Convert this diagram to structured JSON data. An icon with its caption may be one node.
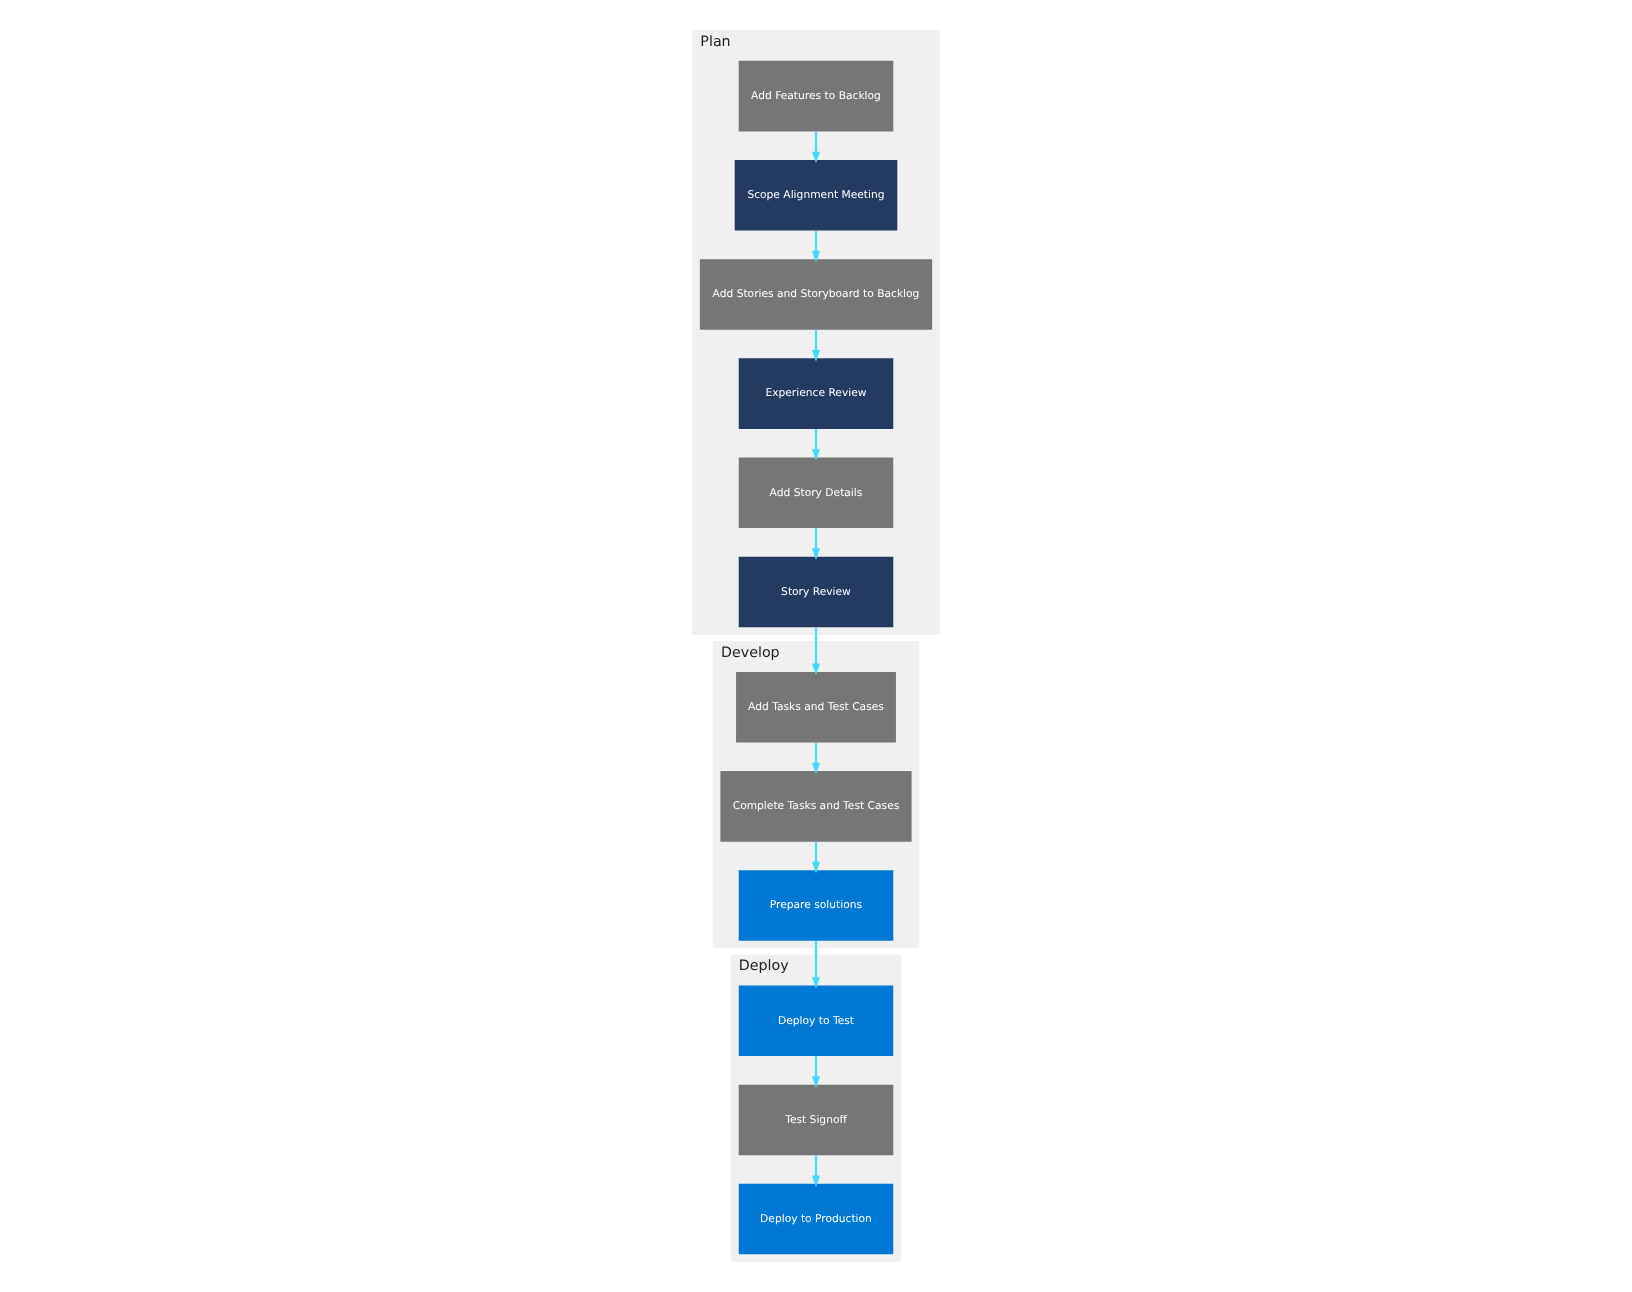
{
  "diagram": {
    "nodes": [
      {
        "text": [
          "Plan"
        ]
      },
      {
        "text": [
          "Add Features to Backlog"
        ],
        "in": 0
      },
      {
        "text": [
          "Scope Alignment Meeting"
        ],
        "in": 0
      },
      {
        "text": [
          "Add Stories and Storyboard to Backlog"
        ],
        "in": 0
      },
      {
        "text": [
          "Experience Review"
        ],
        "in": 0
      },
      {
        "text": [
          "Add Story Details"
        ],
        "in": 0
      },
      {
        "text": [
          "Story Review"
        ],
        "in": 0
      },
      {
        "text": [
          "Develop"
        ]
      },
      {
        "text": [
          "Add Tasks and Test Cases"
        ],
        "in": 7
      },
      {
        "text": [
          "Complete Tasks and Test Cases"
        ],
        "in": 7
      },
      {
        "text": [
          "Prepare solutions"
        ],
        "in": 7
      },
      {
        "text": [
          "Deploy"
        ]
      },
      {
        "text": [
          "Deploy to Test"
        ],
        "in": 11
      },
      {
        "text": [
          "Test Signoff"
        ],
        "in": 11
      },
      {
        "text": [
          "Deploy to Production"
        ],
        "in": 11
      }
    ],
    "edges": [
      {
        "from": 1,
        "to": 2,
        "arrow": "to"
      },
      {
        "from": 2,
        "to": 3,
        "arrow": "to"
      },
      {
        "from": 3,
        "to": 4,
        "arrow": "to"
      },
      {
        "from": 4,
        "to": 5,
        "arrow": "to"
      },
      {
        "from": 5,
        "to": 6,
        "arrow": "to"
      },
      {
        "from": 6,
        "to": 8,
        "arrow": "to"
      },
      {
        "from": 8,
        "to": 9,
        "arrow": "to"
      },
      {
        "from": 9,
        "to": 10,
        "arrow": "to"
      },
      {
        "from": 10,
        "to": 12,
        "arrow": "to"
      },
      {
        "from": 12,
        "to": 13,
        "arrow": "to"
      },
      {
        "from": 13,
        "to": 14,
        "arrow": "to"
      }
    ]
  }
}
